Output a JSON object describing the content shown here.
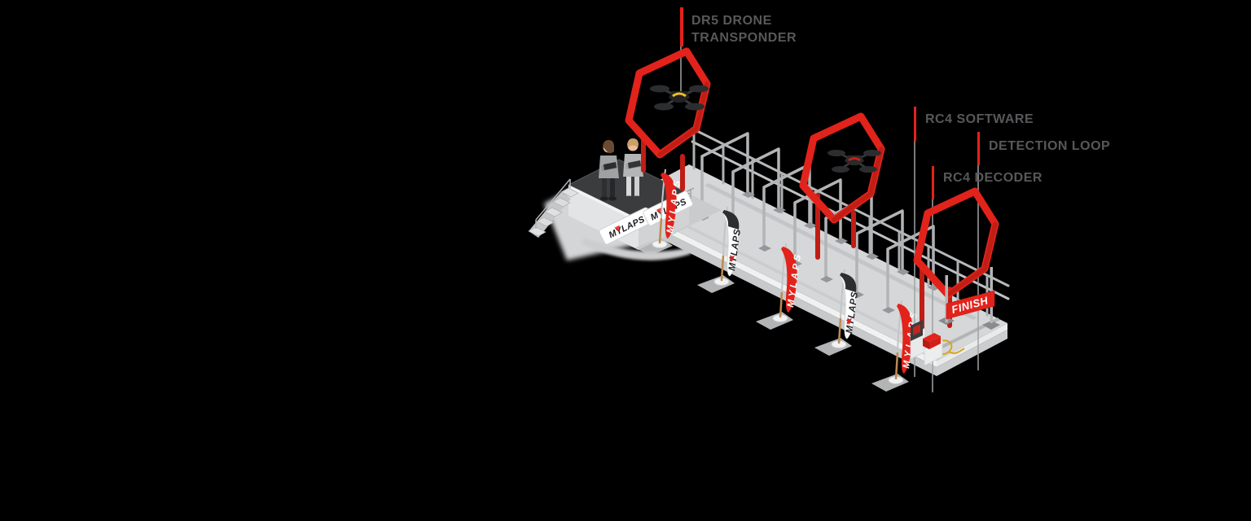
{
  "callouts": [
    {
      "id": "dr5-drone-transponder",
      "line1": "DR5 DRONE",
      "line2": "TRANSPONDER"
    },
    {
      "id": "rc4-software",
      "label": "RC4 SOFTWARE"
    },
    {
      "id": "detection-loop",
      "label": "DETECTION LOOP"
    },
    {
      "id": "rc4-decoder",
      "label": "RC4 DECODER"
    }
  ],
  "branding": {
    "flag_text": "MYLAPS",
    "board_text": "MYLAPS",
    "finish_text": "FINISH"
  },
  "colors": {
    "background": "#000000",
    "accent_red": "#e2231b",
    "accent_red_dark": "#b81a14",
    "label_gray": "#58595b",
    "leader_line_gray": "#a0a2a4",
    "track_gray": "#d6d7d8",
    "curb_white": "#f0f1f1",
    "platform_dark": "#3b3c3e",
    "metal_gray": "#b5b7b9",
    "cable_yellow": "#d6a521"
  }
}
